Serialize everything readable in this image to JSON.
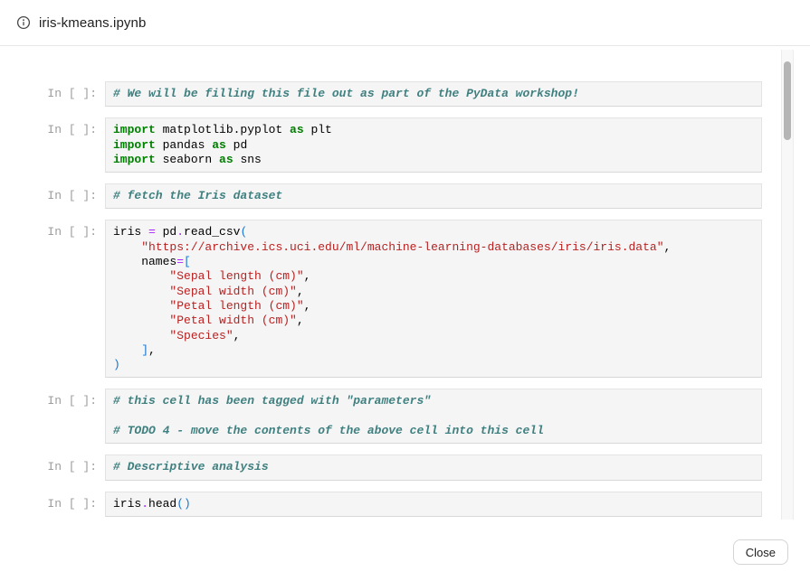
{
  "header": {
    "title": "iris-kmeans.ipynb"
  },
  "footer": {
    "close_label": "Close"
  },
  "colors": {
    "keyword": "#008000",
    "comment": "#408080",
    "string": "#BA2121",
    "operator": "#AA22FF",
    "bracket": "#1976D2",
    "cell_bg": "#F5F5F5"
  },
  "notebook": {
    "prompt_label": "In [ ]:",
    "cells": [
      {
        "lines": [
          [
            [
              "c",
              "# We will be filling this file out as part of the PyData workshop!"
            ]
          ]
        ]
      },
      {
        "lines": [
          [
            [
              "k",
              "import"
            ],
            [
              "t",
              " matplotlib.pyplot "
            ],
            [
              "k",
              "as"
            ],
            [
              "t",
              " plt"
            ]
          ],
          [
            [
              "k",
              "import"
            ],
            [
              "t",
              " pandas "
            ],
            [
              "k",
              "as"
            ],
            [
              "t",
              " pd"
            ]
          ],
          [
            [
              "k",
              "import"
            ],
            [
              "t",
              " seaborn "
            ],
            [
              "k",
              "as"
            ],
            [
              "t",
              " sns"
            ]
          ]
        ]
      },
      {
        "lines": [
          [
            [
              "c",
              "# fetch the Iris dataset"
            ]
          ]
        ]
      },
      {
        "lines": [
          [
            [
              "t",
              "iris "
            ],
            [
              "o",
              "="
            ],
            [
              "t",
              " pd"
            ],
            [
              "o",
              "."
            ],
            [
              "t",
              "read_csv"
            ],
            [
              "b",
              "("
            ]
          ],
          [
            [
              "t",
              "    "
            ],
            [
              "s",
              "\"https://archive.ics.uci.edu/ml/machine-learning-databases/iris/iris.data\""
            ],
            [
              "t",
              ","
            ]
          ],
          [
            [
              "t",
              "    names"
            ],
            [
              "o",
              "="
            ],
            [
              "b",
              "["
            ]
          ],
          [
            [
              "t",
              "        "
            ],
            [
              "s",
              "\"Sepal length (cm)\""
            ],
            [
              "t",
              ","
            ]
          ],
          [
            [
              "t",
              "        "
            ],
            [
              "s",
              "\"Sepal width (cm)\""
            ],
            [
              "t",
              ","
            ]
          ],
          [
            [
              "t",
              "        "
            ],
            [
              "s",
              "\"Petal length (cm)\""
            ],
            [
              "t",
              ","
            ]
          ],
          [
            [
              "t",
              "        "
            ],
            [
              "s",
              "\"Petal width (cm)\""
            ],
            [
              "t",
              ","
            ]
          ],
          [
            [
              "t",
              "        "
            ],
            [
              "s",
              "\"Species\""
            ],
            [
              "t",
              ","
            ]
          ],
          [
            [
              "t",
              "    "
            ],
            [
              "b",
              "]"
            ],
            [
              "t",
              ","
            ]
          ],
          [
            [
              "b",
              ")"
            ]
          ]
        ]
      },
      {
        "lines": [
          [
            [
              "c",
              "# this cell has been tagged with \"parameters\""
            ]
          ],
          [],
          [
            [
              "c",
              "# TODO 4 - move the contents of the above cell into this cell"
            ]
          ]
        ]
      },
      {
        "lines": [
          [
            [
              "c",
              "# Descriptive analysis"
            ]
          ]
        ]
      },
      {
        "lines": [
          [
            [
              "t",
              "iris"
            ],
            [
              "o",
              "."
            ],
            [
              "t",
              "head"
            ],
            [
              "b",
              "()"
            ]
          ]
        ]
      }
    ]
  }
}
